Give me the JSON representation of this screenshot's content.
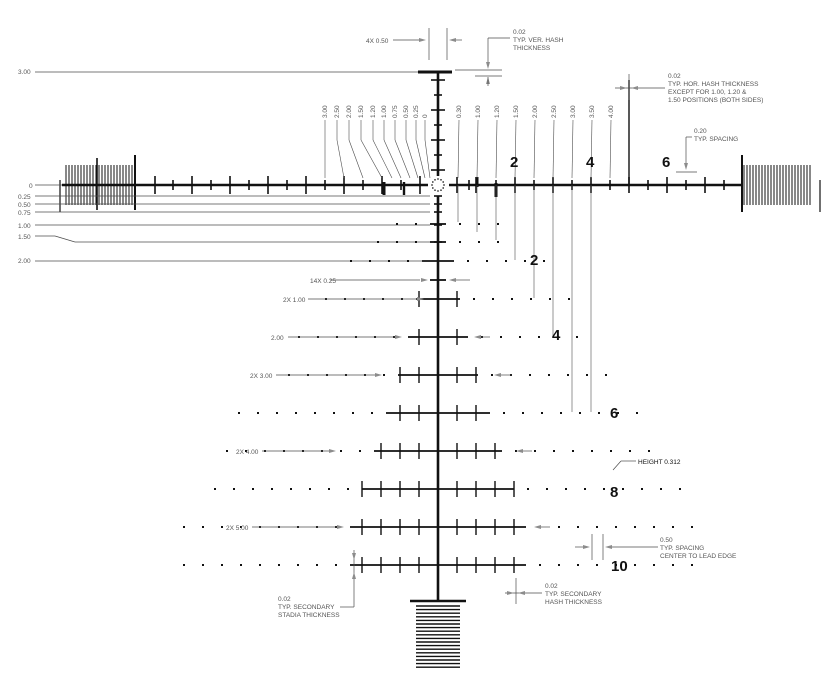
{
  "colors": {
    "ink": "#111111",
    "dim": "#4d4d4d",
    "label": "#555555",
    "arrow": "#8c8c8c",
    "paper": "#ffffff"
  },
  "annotations": {
    "four_x": "4X 0.50",
    "ver_hash": [
      "0.02",
      "TYP. VER. HASH",
      "THICKNESS"
    ],
    "hor_hash": [
      "0.02",
      "TYP. HOR. HASH THICKNESS",
      "EXCEPT FOR 1.00, 1.20 &",
      "1.50 POSITIONS (BOTH SIDES)"
    ],
    "spacing": [
      "0.20",
      "TYP. SPACING"
    ],
    "fourteen_x": "14X 0.25",
    "two_x_1": "2X 1.00",
    "two_00": "2.00",
    "two_x_3": "2X 3.00",
    "two_x_4": "2X 4.00",
    "two_x_5": "2X 5.00",
    "height": "HEIGHT 0.312",
    "spacing_lead": [
      "0.50",
      "TYP. SPACING",
      "CENTER TO LEAD EDGE"
    ],
    "secondary_stadia": [
      "0.02",
      "TYP. SECONDARY",
      "STADIA THICKNESS"
    ],
    "secondary_hash": [
      "0.02",
      "TYP. SECONDARY",
      "HASH THICKNESS"
    ]
  },
  "left_scale": [
    "3.00",
    "0",
    "0.25",
    "0.50",
    "0.75",
    "1.00",
    "1.50",
    "2.00"
  ],
  "top_scale_left": [
    "3.00",
    "2.50",
    "2.00",
    "1.50",
    "1.20",
    "1.00",
    "0.75",
    "0.50",
    "0.25",
    "0"
  ],
  "top_scale_right": [
    "0.30",
    "1.00",
    "1.20",
    "1.50",
    "2.00",
    "2.50",
    "3.00",
    "3.50",
    "4.00"
  ],
  "bold_numbers": {
    "h_2": "2",
    "h_4": "4",
    "h_6": "6",
    "v_2": "2",
    "v_4": "4",
    "v_6": "6",
    "v_8": "8",
    "v_10": "10"
  }
}
